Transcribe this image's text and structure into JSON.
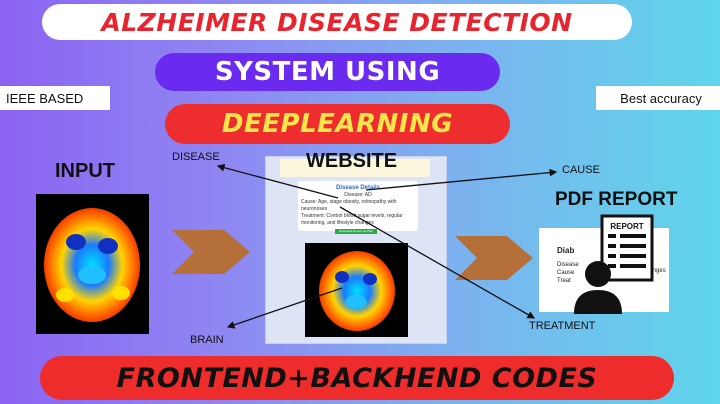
{
  "title_line1": "ALZHEIMER DISEASE  DETECTION",
  "title_line2": "SYSTEM  USING",
  "title_line3": "DEEPLEARNING",
  "bottom_banner": "FRONTEND+BACKHEND CODES",
  "tags": {
    "left": "IEEE BASED",
    "right": "Best accuracy"
  },
  "labels": {
    "input": "INPUT",
    "website": "WEBSITE",
    "pdf_report": "PDF REPORT",
    "disease": "DISEASE",
    "cause": "CAUSE",
    "treatment": "TREATMENT",
    "brain": "BRAIN"
  },
  "website_preview": {
    "card_title": "Disease Details",
    "disease_line": "Disease: AD",
    "cause_line": "Cause: Age, stage obesity, retinopathy with neuronoses",
    "treatment_line": "Treatment: Control blood sugar levels, regular monitoring, and lifestyle changes",
    "button": "Download Report as PDF"
  },
  "pdf_preview": {
    "heading": "Diab",
    "lines": [
      "Disease",
      "Cause",
      "Treat"
    ],
    "tail_text": "style changes",
    "icon_label": "REPORT"
  },
  "colors": {
    "title_red": "#e8242f",
    "purple": "#6a2af0",
    "yellow": "#f8e54a",
    "arrow_brown": "#b5703a"
  }
}
